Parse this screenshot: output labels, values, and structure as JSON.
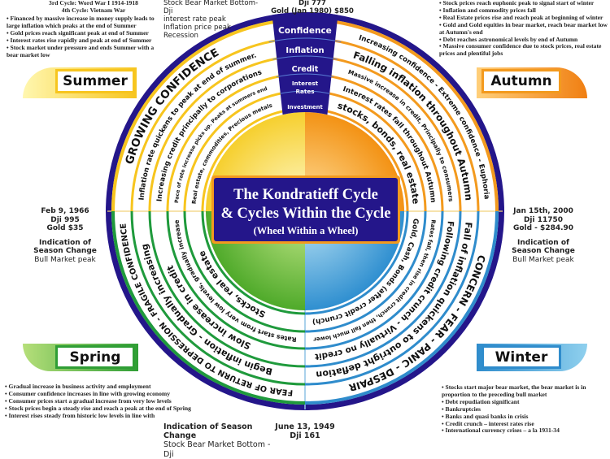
{
  "title": {
    "line1": "The Kondratieff Cycle",
    "line2": "& Cycles Within the Cycle",
    "line3": "(Wheel Within a Wheel)"
  },
  "colors": {
    "navy": "#24168a",
    "summer": "#f7c51e",
    "autumn": "#f39a1e",
    "spring": "#1f9a3c",
    "winter": "#2f8ccc"
  },
  "wedge": [
    "Confidence",
    "Inflation",
    "Credit",
    "Interest",
    "Rates",
    "Investment"
  ],
  "seasons": {
    "summer": "Summer",
    "autumn": "Autumn",
    "spring": "Spring",
    "winter": "Winter"
  },
  "quadrants": [
    {
      "key": "summer",
      "rings": [
        "GROWING CONFIDENCE",
        "Inflation rate quickens to peak at end of summer.",
        "Increasing credit principally to corporations",
        "Pace of rate increase picks up. Peaks at summers end",
        "Real estate, commodities, Precious metals"
      ]
    },
    {
      "key": "autumn",
      "rings": [
        "Increasing confidence - Extreme confidence - Euphoria",
        "Falling inflation throughout Autumn",
        "Massive increase in credit, Principally to consumers",
        "Interest rates fall throughout Autumn",
        "stocks, bonds, real estate"
      ]
    },
    {
      "key": "winter",
      "rings": [
        "CONCERN - FEAR - PANIC - DESPAIR",
        "Fall of inflation quickens to outright deflation",
        "Following credit crunch - Virtually no credit",
        "Rates fall, then rise in credit crunch, then fall much lower",
        "Gold, Cash, Bonds (after credit crunch)"
      ]
    },
    {
      "key": "spring",
      "rings": [
        "FEAR OF RETURN TO DEPRESSION - FRAGILE CONFIDENCE",
        "Begin inflation - Gradually increasing",
        "Slow increase in credit",
        "Rates start from very low levels, gradually increase",
        "Stocks, real estate"
      ]
    }
  ],
  "summer_notes": {
    "cycles": [
      "3rd Cycle: Word War I 1914-1918",
      "4th Cycle: Vietnam War"
    ],
    "bullets": [
      "• Financed by massive increase in money supply leads to large inflation which peaks at the end of Summer",
      "• Gold prices reach significant peak at end of Summer",
      "• Interest rates rise rapidly and peak at end of Summer",
      "• Stock market under pressure and ends Summer with a bear market low"
    ]
  },
  "top_center": {
    "left_lines": [
      "Stock Bear Market Bottom-Dji",
      "interest rate peak",
      "Inflation price peak",
      "Recession"
    ],
    "right_lines": [
      "Dji 777",
      "Gold (Jan 1980) $850"
    ]
  },
  "autumn_notes": [
    "• Stock prices reach euphonic peak to signal start of winter",
    "• Inflation and commodity prices fall",
    "• Real Estate prices rise and reach peak at beginning of winter",
    "• Gold and Gold equities in bear market, reach bear market low at Autumn's end",
    "• Debt reaches astronomical levels by end of Autumn",
    "• Massive consumer confidence due to stock prices, real estate prices and plentiful jobs"
  ],
  "left_marker": {
    "lines": [
      "Feb 9, 1966",
      "Dji 995",
      "Gold $35"
    ],
    "heading": [
      "Indication of",
      "Season Change"
    ],
    "note": "Bull Market peak"
  },
  "right_marker": {
    "lines": [
      "Jan 15th, 2000",
      "Dji 11750",
      "Gold - $284.90"
    ],
    "heading": [
      "Indication of",
      "Season Change"
    ],
    "note": "Bull Market peak"
  },
  "spring_notes": [
    "• Gradual increase in business activity and employment",
    "• Consumer confidence increases in line with growing economy",
    "• Consumer prices start a gradual increase from very low levels",
    "• Stock prices begin a steady rise and reach a peak at the end of Spring",
    "• Interest rises steady from historic low levels in line with"
  ],
  "bottom_center": {
    "heading": "Indication of Season Change",
    "sub": "Stock Bear Market Bottom - Dji",
    "date": "June 13, 1949",
    "dji": "Dji 161"
  },
  "winter_notes": [
    "• Stocks start major bear market, the bear market is in proportion to the preceding bull market",
    "• Debt repudiation significant",
    "• Bankruptcies",
    "• Banks and quasi banks in crisis",
    "• Credit crunch – interest rates rise",
    "• International currency crises – a la 1931-34"
  ]
}
